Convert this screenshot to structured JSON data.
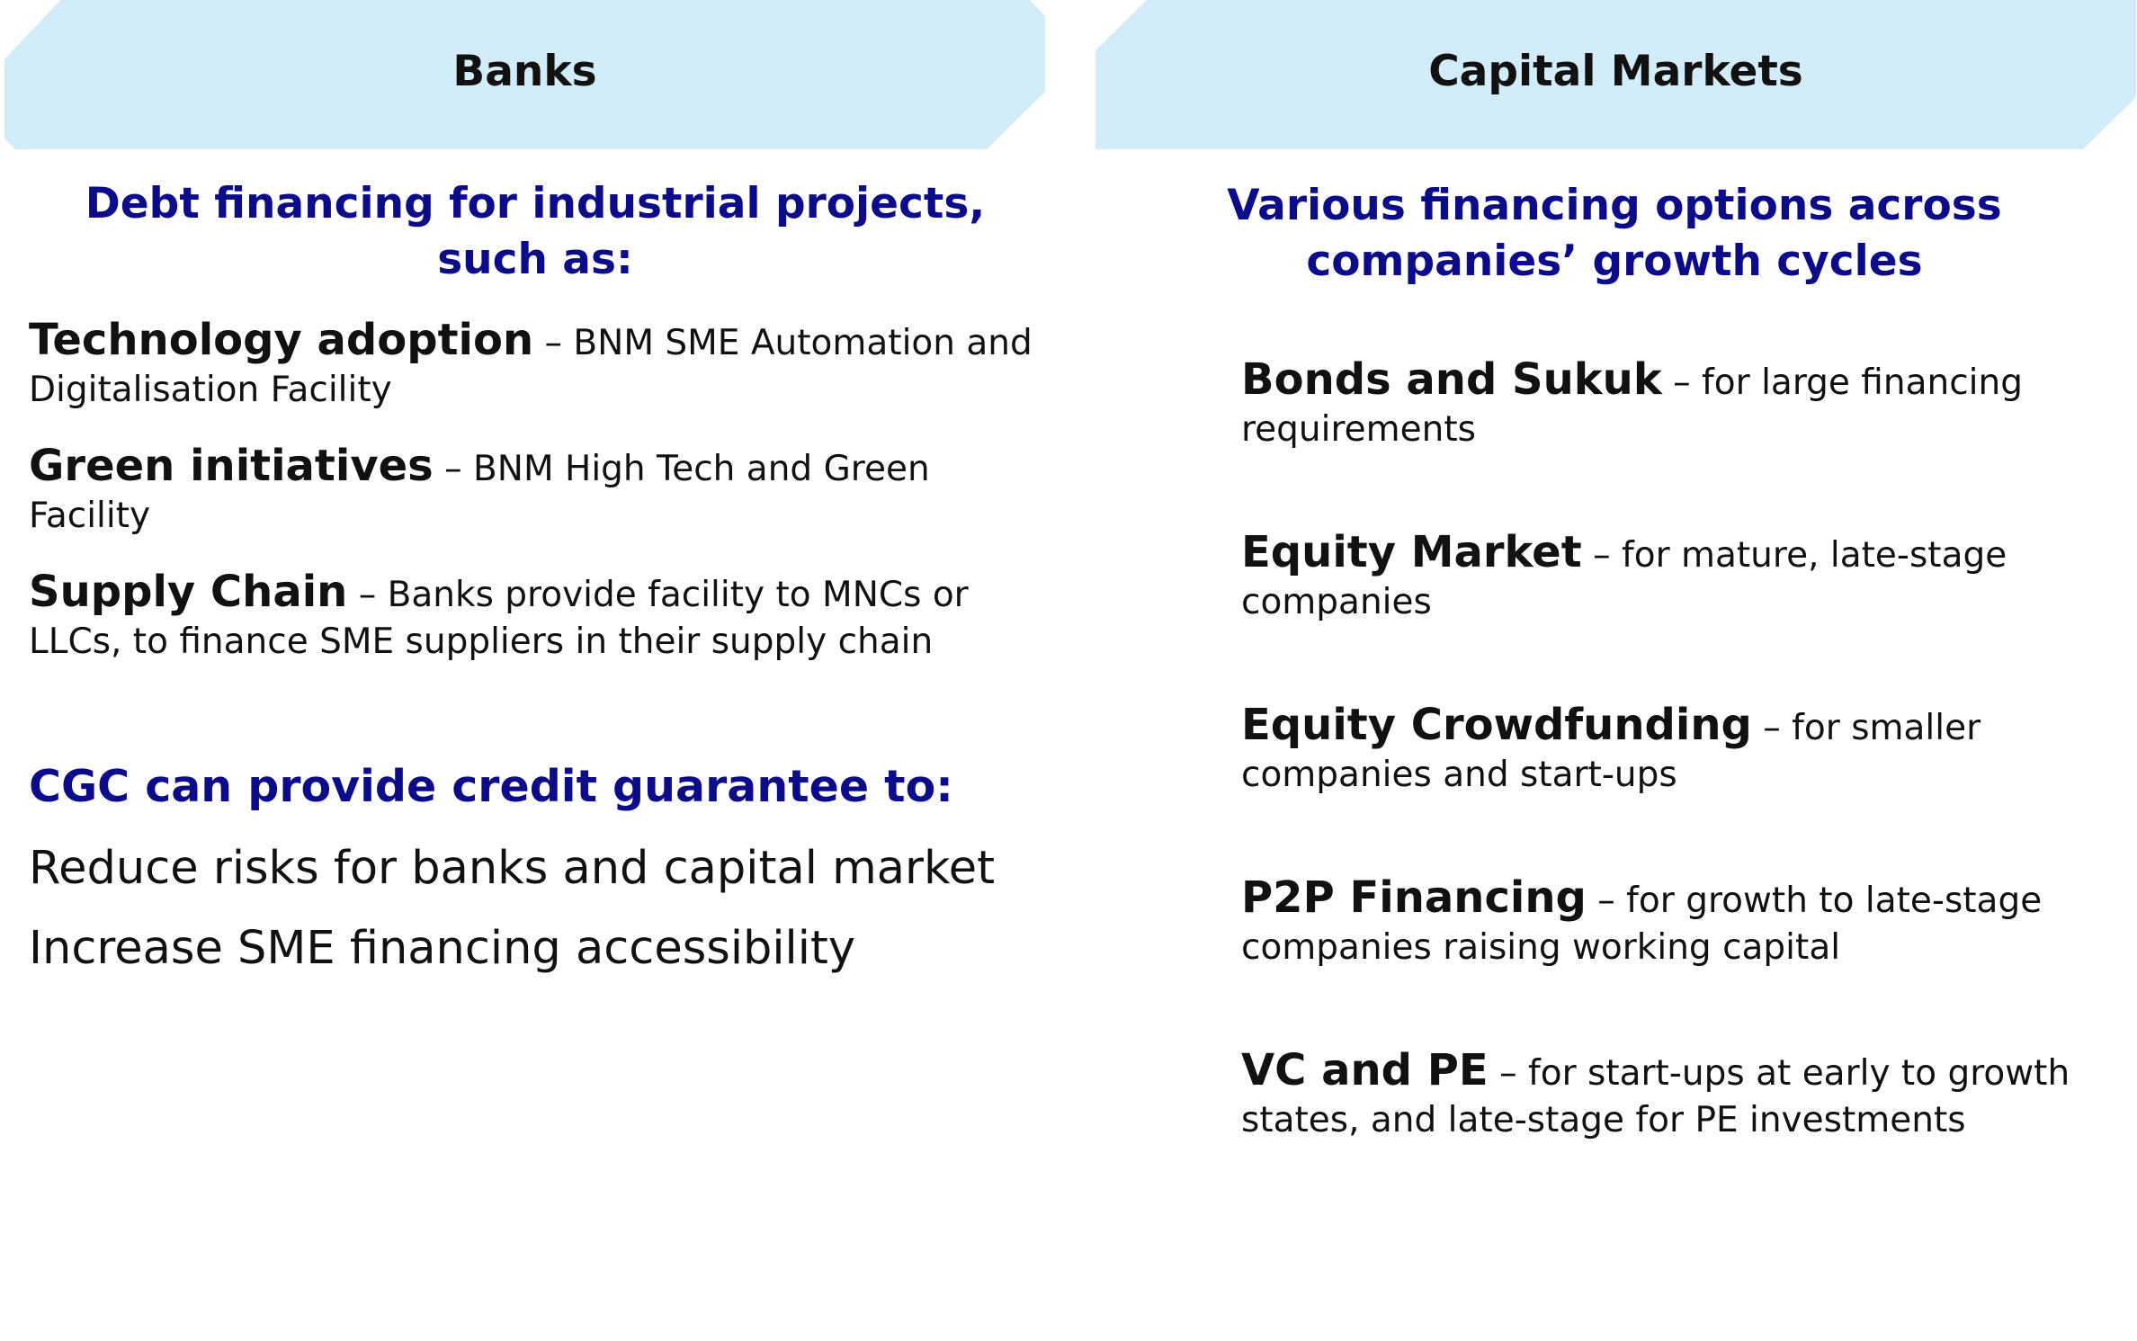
{
  "colors": {
    "banner_fill": "#d3ecf9",
    "heading_blue": "#0c0c8a",
    "text": "#111111"
  },
  "banks": {
    "title": "Banks",
    "subheading": "Debt financing for industrial projects, such as:",
    "items": [
      {
        "label": "Technology adoption",
        "desc": " – BNM SME Automation and Digitalisation Facility"
      },
      {
        "label": "Green initiatives",
        "desc": " – BNM High Tech and Green Facility"
      },
      {
        "label": "Supply Chain",
        "desc": " – Banks provide facility to MNCs or LLCs, to finance SME suppliers in their supply chain"
      }
    ],
    "cgc_heading": "CGC can provide credit guarantee to:",
    "benefits": [
      "Reduce risks for banks and capital market",
      "Increase SME financing accessibility"
    ]
  },
  "capital_markets": {
    "title": "Capital Markets",
    "subheading": "Various financing options across companies’ growth cycles",
    "items": [
      {
        "label": "Bonds and Sukuk",
        "desc": " – for large financing requirements"
      },
      {
        "label": "Equity Market",
        "desc": " – for mature, late-stage companies"
      },
      {
        "label": "Equity Crowdfunding",
        "desc": " – for smaller companies and start-ups"
      },
      {
        "label": "P2P Financing",
        "desc": " – for growth to late-stage companies raising working capital"
      },
      {
        "label": "VC and PE",
        "desc": " – for start-ups at early to growth states, and late-stage for PE investments"
      }
    ]
  }
}
